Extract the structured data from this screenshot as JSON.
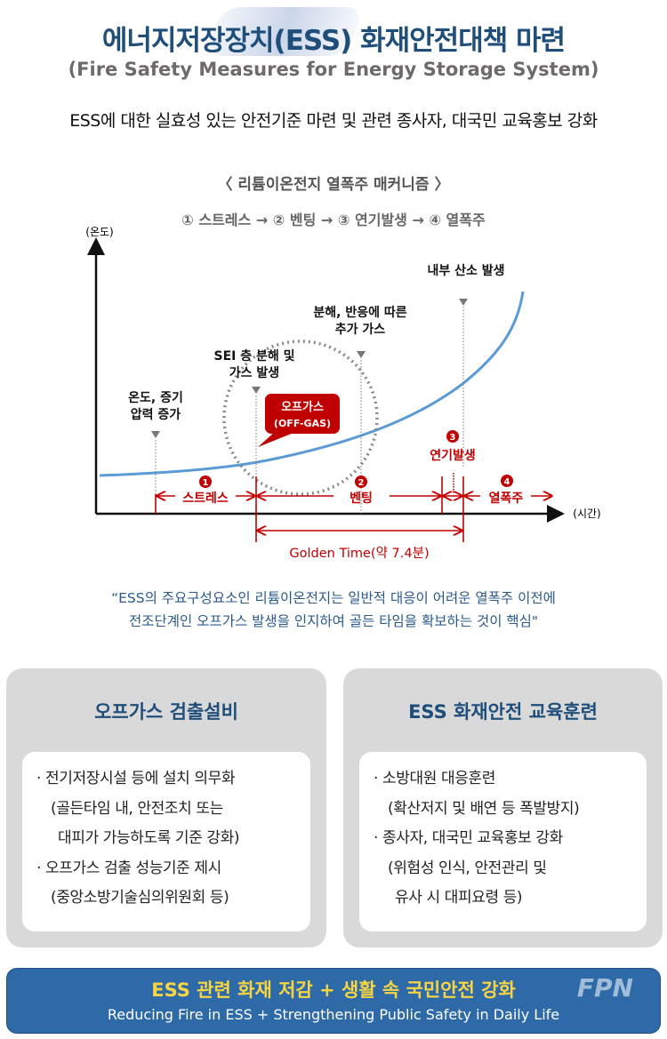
{
  "header": {
    "title": "에너지저장장치(ESS) 화재안전대책 마련",
    "subtitle": "(Fire Safety Measures for Energy Storage System)",
    "lead": "ESS에 대한 실효성 있는 안전기준 마련 및 관련 종사자, 대국민 교육홍보 강화"
  },
  "diagram": {
    "title": "〈 리튬이온전지 열폭주 매커니즘 〉",
    "steps": "① 스트레스 → ② 벤팅 → ③ 연기발생 → ④ 열폭주",
    "y_label": "(온도)",
    "x_label": "(시간)",
    "events": [
      {
        "line1": "온도, 증기",
        "line2": "압력 증가"
      },
      {
        "line1": "SEI 층 분해 및",
        "line2": "가스 발생"
      },
      {
        "line1": "분해, 반응에 따른",
        "line2": "추가 가스"
      },
      {
        "line1": "내부 산소 발생"
      }
    ],
    "offgas": {
      "line1": "오프가스",
      "line2": "(OFF-GAS)"
    },
    "phases": [
      {
        "num": "1",
        "label": "스트레스"
      },
      {
        "num": "2",
        "label": "벤팅"
      },
      {
        "num": "3",
        "label": "연기발생"
      },
      {
        "num": "4",
        "label": "열폭주"
      }
    ],
    "golden_time": "Golden Time(약 7.4분)",
    "colors": {
      "curve": "#5b9bd5",
      "accent": "#c00000"
    }
  },
  "quote": {
    "line1": "“ESS의 주요구성요소인 리튬이온전지는 일반적 대응이 어려운 열폭주 이전에",
    "line2": "전조단계인 오프가스 발생을 인지하여 골든 타임을 확보하는 것이 핵심\""
  },
  "cards": [
    {
      "title": "오프가스 검출설비",
      "lines": [
        "· 전기저장시설 등에 설치 의무화",
        "(골든타임 내, 안전조치 또는",
        "대피가 가능하도록 기준 강화)",
        "· 오프가스 검출 성능기준 제시",
        "(중앙소방기술심의위원회 등)"
      ]
    },
    {
      "title": "ESS 화재안전 교육훈련",
      "lines": [
        "· 소방대원 대응훈련",
        "(확산저지 및 배연 등 폭발방지)",
        "· 종사자, 대국민 교육홍보 강화",
        "(위험성 인식, 안전관리 및",
        "유사 시 대피요령 등)"
      ]
    }
  ],
  "banner": {
    "korean": "ESS 관련 화재 저감 + 생활 속 국민안전 강화",
    "english": "Reducing Fire in ESS + Strengthening Public Safety in Daily Life",
    "logo": "FPN"
  }
}
